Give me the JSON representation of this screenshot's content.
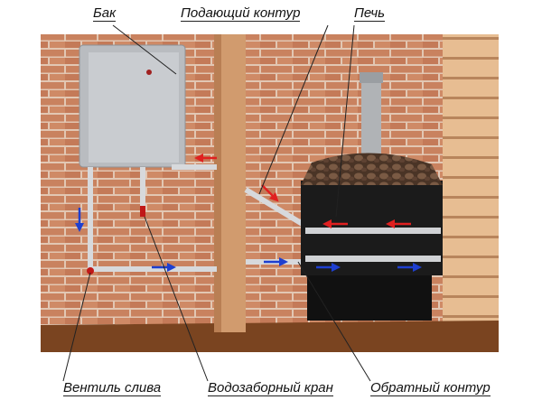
{
  "labels": {
    "tank": "Бак",
    "supply_circuit": "Подающий контур",
    "stove": "Печь",
    "drain_valve": "Вентиль слива",
    "water_tap": "Водозаборный кран",
    "return_circuit": "Обратный контур"
  },
  "colors": {
    "brick": "#c9825f",
    "mortar": "#e2c7b3",
    "tank": "#b9bcc0",
    "stove": "#1b1b1b",
    "hot_arrow": "#e02020",
    "cold_arrow": "#1e3fd0",
    "floor": "#7a4420",
    "wood": "#d8a878"
  }
}
